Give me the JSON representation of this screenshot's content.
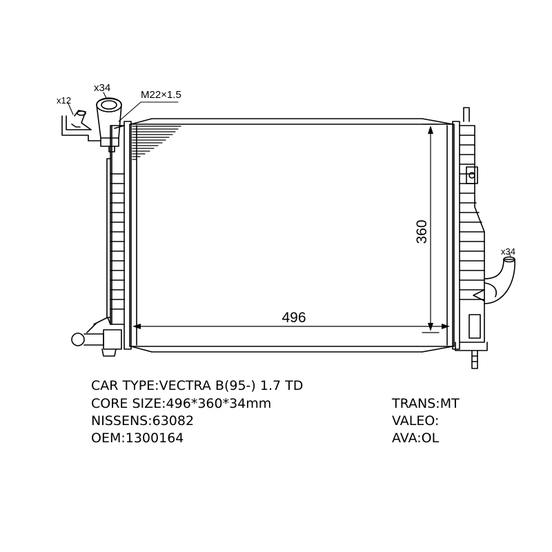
{
  "diagram": {
    "callouts": {
      "hose_left": "x12",
      "filler_neck": "x34",
      "thread": "M22×1.5",
      "outlet_right": "x34"
    },
    "dimensions": {
      "width": "496",
      "height": "360"
    }
  },
  "specs": {
    "car_type": "CAR TYPE:VECTRA B(95-)  1.7 TD",
    "core_size": "CORE SIZE:496*360*34mm",
    "nissens": "NISSENS:63082",
    "oem": "OEM:1300164",
    "trans": "TRANS:MT",
    "valeo": "VALEO:",
    "ava": "AVA:OL"
  }
}
